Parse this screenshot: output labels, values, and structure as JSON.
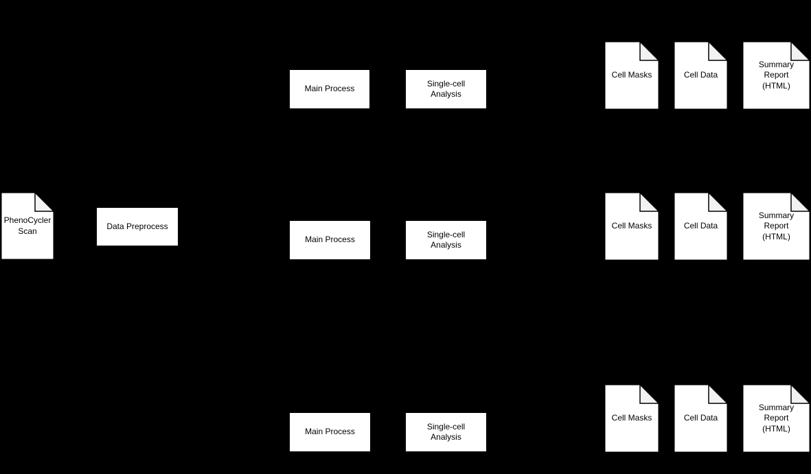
{
  "diagram": {
    "type": "pipeline-flowchart",
    "colors": {
      "background": "#000000",
      "node_fill": "#ffffff",
      "node_stroke": "#000000",
      "fold_fill": "#f2f2f2",
      "text": "#000000"
    },
    "input_document": {
      "label": "PhenoCycler\nScan"
    },
    "preprocess_box": {
      "label": "Data Preprocess"
    },
    "branches": [
      {
        "main_process": "Main Process",
        "single_cell_analysis": "Single-cell\nAnalysis",
        "outputs": {
          "cell_masks": "Cell Masks",
          "cell_data": "Cell Data",
          "summary_report": "Summary\nReport\n(HTML)"
        }
      },
      {
        "main_process": "Main Process",
        "single_cell_analysis": "Single-cell\nAnalysis",
        "outputs": {
          "cell_masks": "Cell Masks",
          "cell_data": "Cell Data",
          "summary_report": "Summary\nReport\n(HTML)"
        }
      },
      {
        "main_process": "Main Process",
        "single_cell_analysis": "Single-cell\nAnalysis",
        "outputs": {
          "cell_masks": "Cell Masks",
          "cell_data": "Cell Data",
          "summary_report": "Summary\nReport\n(HTML)"
        }
      }
    ]
  }
}
